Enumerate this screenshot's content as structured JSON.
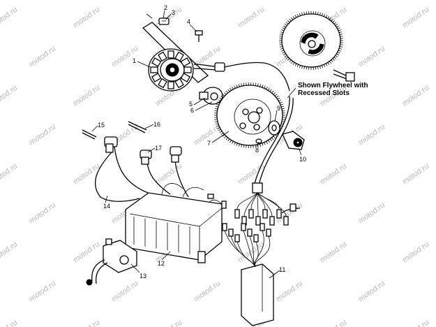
{
  "watermark": "motod.ru",
  "note": {
    "line1": "Shown Flywheel with",
    "line2": "Recessed Slots"
  },
  "callouts": [
    "1",
    "2",
    "3",
    "4",
    "5",
    "6",
    "7",
    "8",
    "9",
    "10",
    "11",
    "12",
    "13",
    "14",
    "15",
    "16",
    "17"
  ]
}
